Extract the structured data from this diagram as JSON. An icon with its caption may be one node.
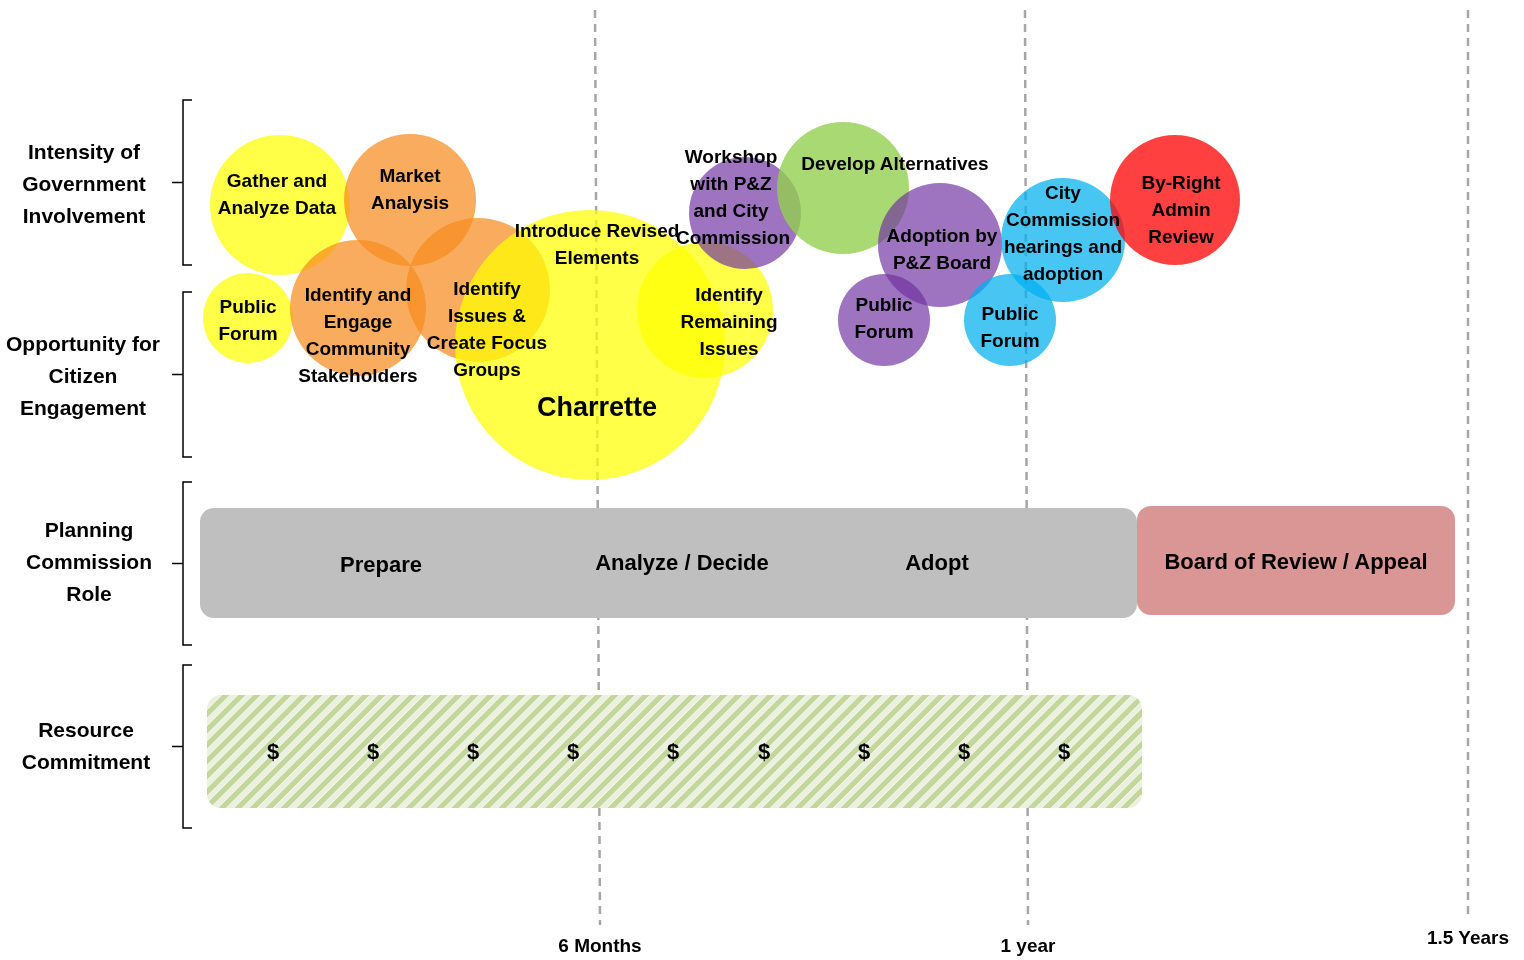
{
  "diagram": {
    "nodes": [
      {
        "text": [
          "Gather and Analyze Data"
        ]
      },
      {
        "text": [
          "Market Analysis"
        ]
      },
      {
        "text": [
          "Public Forum"
        ]
      },
      {
        "text": [
          "Identify and Engage Community Stakeholders"
        ]
      },
      {
        "text": [
          "Identify Issues & Create Focus Groups"
        ]
      },
      {
        "text": [
          "Introduce Revised Elements",
          "Charrette"
        ]
      },
      {
        "text": [
          "Identify Remaining Issues"
        ]
      },
      {
        "text": [
          "Workshop with P&Z and City Commission"
        ]
      },
      {
        "text": [
          "Develop Alternatives"
        ]
      },
      {
        "text": [
          "Adoption by P&Z Board"
        ]
      },
      {
        "text": [
          "Public Forum"
        ]
      },
      {
        "text": [
          "City Commission hearings and adoption"
        ]
      },
      {
        "text": [
          "Public Forum"
        ]
      },
      {
        "text": [
          "By-Right Admin Review"
        ]
      },
      {
        "text": [
          "Prepare",
          "Analyze / Decide",
          "Adopt"
        ]
      },
      {
        "text": [
          "Board of Review / Appeal"
        ]
      },
      {
        "text": [
          "$",
          "$",
          "$",
          "$",
          "$",
          "$",
          "$",
          "$",
          "$"
        ]
      }
    ],
    "labels": [
      "Intensity of Government Involvement",
      "Opportunity for Citizen Engagement",
      "Planning Commission Role",
      "Resource Commitment",
      "6 Months",
      "1 year",
      "1.5 Years"
    ]
  }
}
